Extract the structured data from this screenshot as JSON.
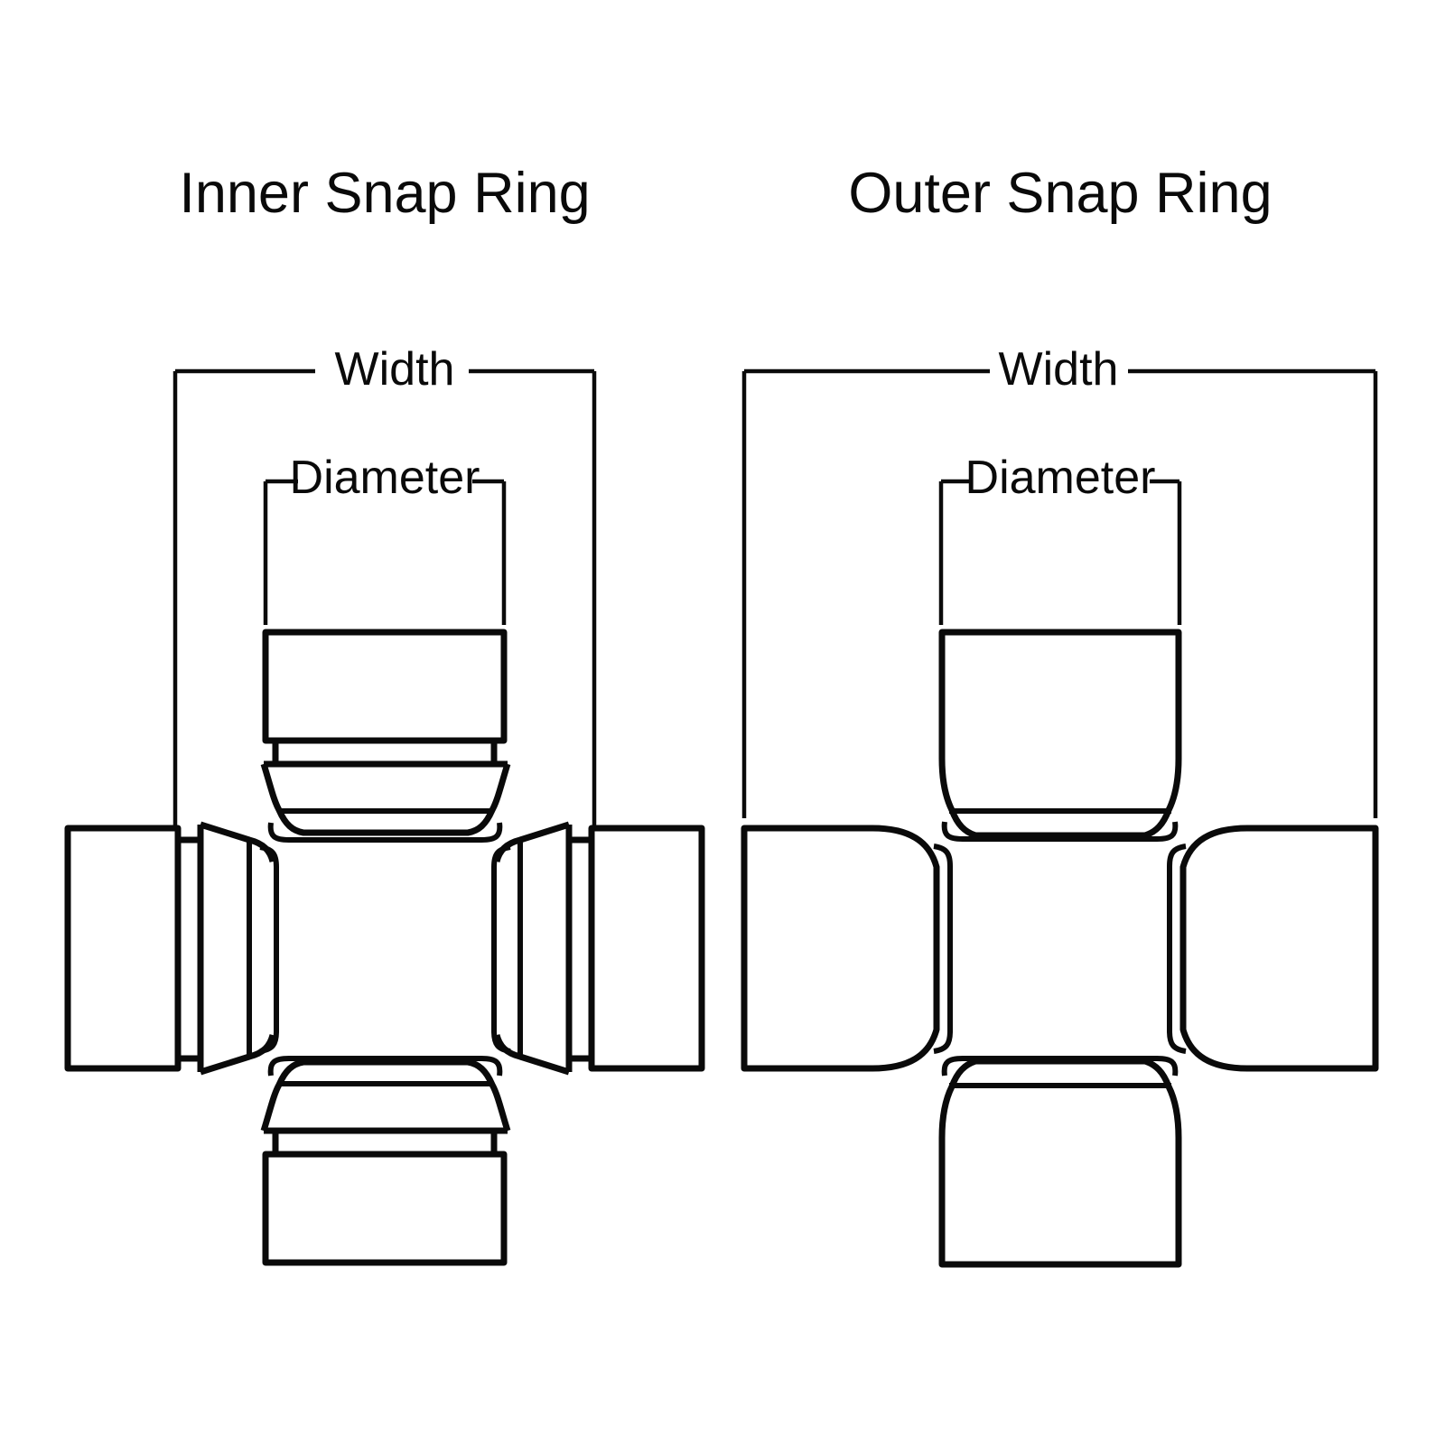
{
  "canvas": {
    "background": "#ffffff",
    "line_color": "#0a0a0a"
  },
  "diagrams": [
    {
      "title": "Inner Snap Ring",
      "width_label": "Width",
      "diameter_label": "Diameter"
    },
    {
      "title": "Outer Snap Ring",
      "width_label": "Width",
      "diameter_label": "Diameter"
    }
  ]
}
